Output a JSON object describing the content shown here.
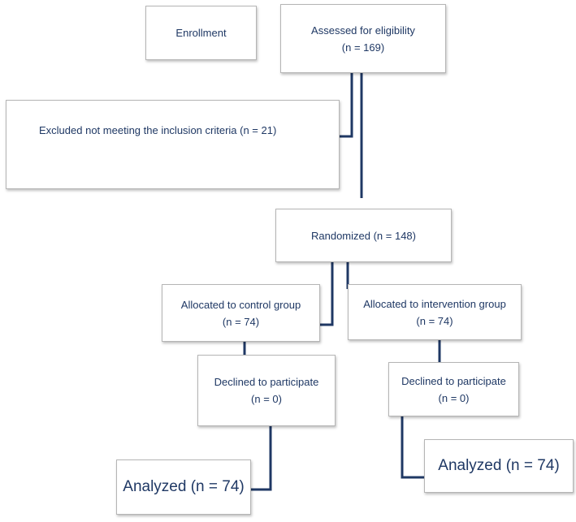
{
  "flowchart": {
    "enrollment": {
      "label": "Enrollment"
    },
    "assessed": {
      "line1": "Assessed for eligibility",
      "line2": "(n = 169)"
    },
    "excluded": {
      "label": "Excluded not meeting the inclusion criteria (n = 21)"
    },
    "randomized": {
      "label": "Randomized (n = 148)"
    },
    "control": {
      "line1": "Allocated to control group",
      "line2": "(n = 74)"
    },
    "intervention": {
      "line1": "Allocated  to intervention group",
      "line2": "(n = 74)"
    },
    "control_declined": {
      "line1": "Declined to participate",
      "line2": "(n = 0)"
    },
    "intervention_declined": {
      "line1": "Declined to participate",
      "line2": "(n = 0)"
    },
    "control_analyzed": {
      "label": "Analyzed (n = 74)"
    },
    "intervention_analyzed": {
      "label": "Analyzed (n = 74)"
    }
  },
  "colors": {
    "text": "#1f3864",
    "connector": "#1f3864",
    "box_border": "#b5b5b5"
  }
}
